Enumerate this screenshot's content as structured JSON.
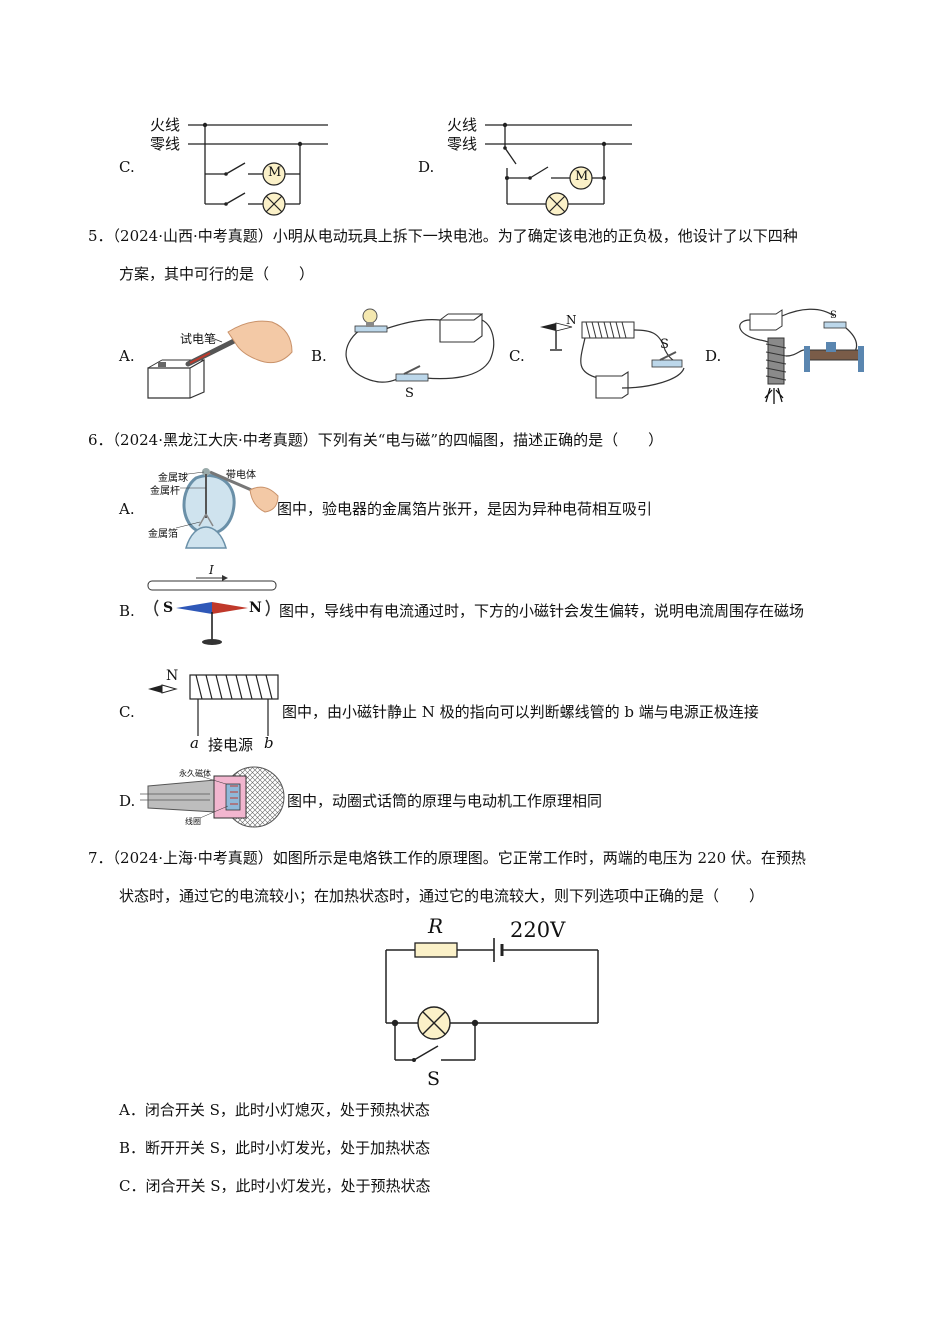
{
  "q4": {
    "option_c_letter": "C.",
    "option_d_letter": "D.",
    "live_wire": "火线",
    "neutral_wire": "零线",
    "motor": "M"
  },
  "q5": {
    "stem_line1": "5．（2024·山西·中考真题）小明从电动玩具上拆下一块电池。为了确定该电池的正负极，他设计了以下四种",
    "stem_line2": "方案，其中可行的是（　　）",
    "opt_a": "A.",
    "opt_b": "B.",
    "opt_c": "C.",
    "opt_d": "D.",
    "test_pen": "试电笔",
    "switch_s": "S",
    "north": "N"
  },
  "q6": {
    "stem": "6．（2024·黑龙江大庆·中考真题）下列有关“电与磁”的四幅图，描述正确的是（　　）",
    "a_letter": "A.",
    "a_text": "图中，验电器的金属箔片张开，是因为异种电荷相互吸引",
    "a_labels": [
      "金属球",
      "金属杆",
      "带电体",
      "金属箔"
    ],
    "b_letter": "B.",
    "b_text": "图中，导线中有电流通过时，下方的小磁针会发生偏转，说明电流周围存在磁场",
    "b_current": "I",
    "b_s": "S",
    "b_n": "N",
    "c_letter": "C.",
    "c_text": "图中，由小磁针静止 N 极的指向可以判断螺线管的 b 端与电源正极连接",
    "c_n": "N",
    "c_a": "a",
    "c_b": "b",
    "c_power": "接电源",
    "d_letter": "D.",
    "d_text": "图中，动圈式话筒的原理与电动机工作原理相同",
    "d_labels": [
      "永久磁体",
      "线圈"
    ]
  },
  "q7": {
    "stem_line1": "7．（2024·上海·中考真题）如图所示是电烙铁工作的原理图。它正常工作时，两端的电压为 220 伏。在预热",
    "stem_line2": "状态时，通过它的电流较小；在加热状态时，通过它的电流较大，则下列选项中正确的是（　　）",
    "resistor": "R",
    "voltage": "220V",
    "switch": "S",
    "options": [
      "A．闭合开关 S，此时小灯熄灭，处于预热状态",
      "B．断开开关 S，此时小灯发光，处于加热状态",
      "C．闭合开关 S，此时小灯发光，处于预热状态"
    ]
  }
}
